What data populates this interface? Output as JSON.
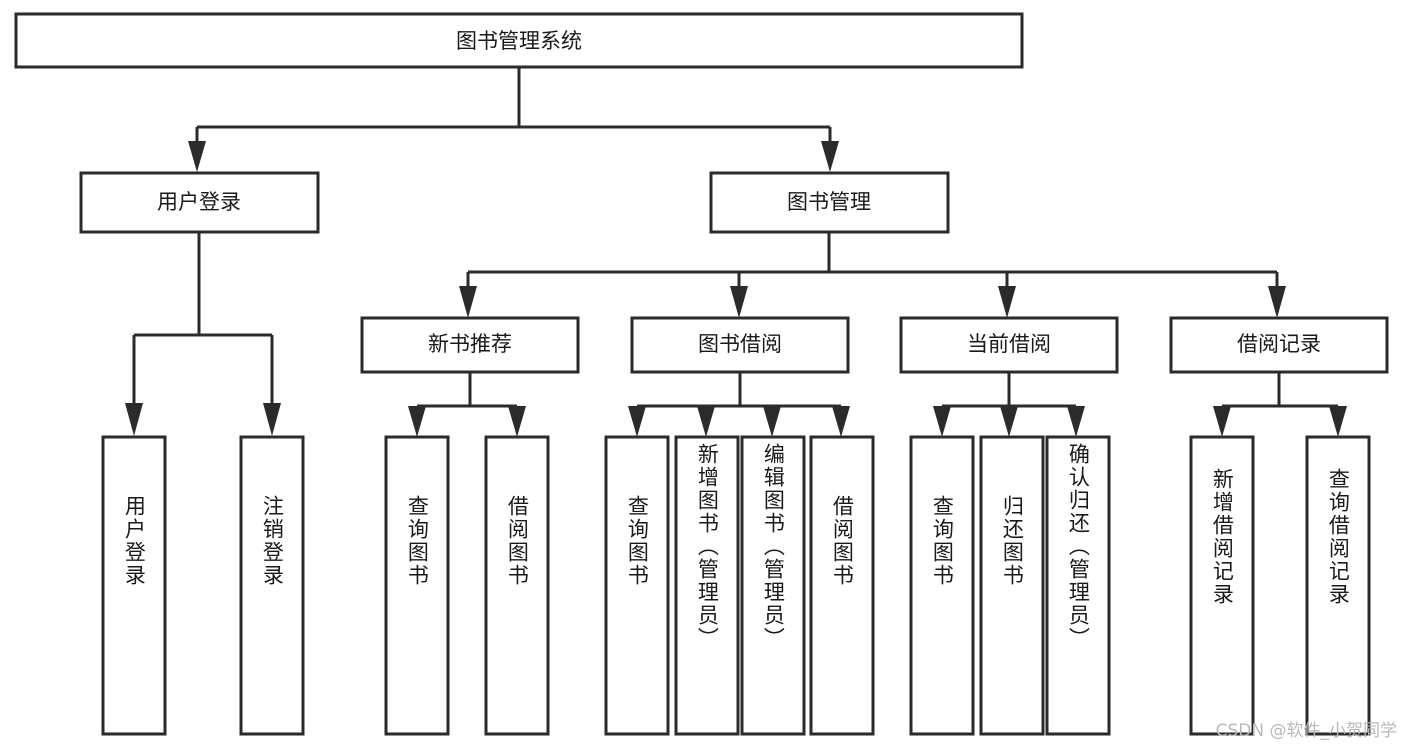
{
  "diagram": {
    "type": "tree-hierarchy",
    "title_node": {
      "label": "图书管理系统"
    },
    "level2": [
      {
        "label": "用户登录"
      },
      {
        "label": "图书管理"
      }
    ],
    "level3": [
      {
        "label": "新书推荐"
      },
      {
        "label": "图书借阅"
      },
      {
        "label": "当前借阅"
      },
      {
        "label": "借阅记录"
      }
    ],
    "leaves": {
      "user_login": [
        {
          "label": "用户登录"
        },
        {
          "label": "注销登录"
        }
      ],
      "new_book_recommend": [
        {
          "label": "查询图书"
        },
        {
          "label": "借阅图书"
        }
      ],
      "book_borrow": [
        {
          "label": "查询图书"
        },
        {
          "label": "新增图书（管理员）"
        },
        {
          "label": "编辑图书（管理员）"
        },
        {
          "label": "借阅图书"
        }
      ],
      "current_borrow": [
        {
          "label": "查询图书"
        },
        {
          "label": "归还图书"
        },
        {
          "label": "确认归还（管理员）"
        }
      ],
      "borrow_record": [
        {
          "label": "新增借阅记录"
        },
        {
          "label": "查询借阅记录"
        }
      ]
    }
  },
  "watermark": {
    "text": "CSDN @软件_小贺同学"
  },
  "colors": {
    "stroke": "#2b2b2b",
    "fill": "#ffffff",
    "text": "#1a1a1a",
    "watermark": "#b9b9b9"
  }
}
